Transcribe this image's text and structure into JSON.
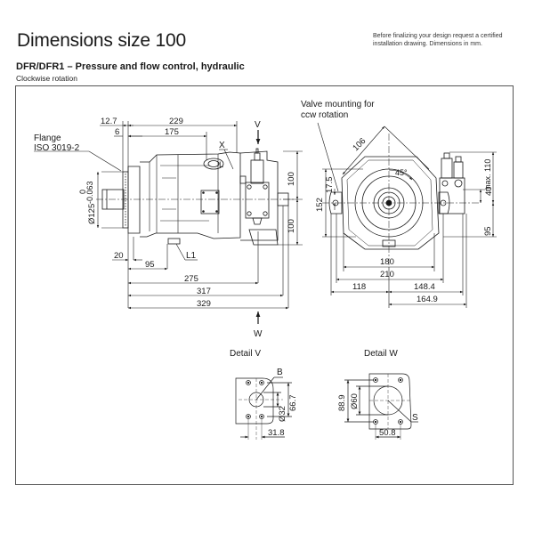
{
  "header": {
    "title": "Dimensions size 100",
    "note_line1": "Before finalizing your design request a certified",
    "note_line2": "installation drawing. Dimensions in mm.",
    "subtitle": "DFR/DFR1 – Pressure and flow control, hydraulic",
    "rotation": "Clockwise rotation"
  },
  "side_view": {
    "flange_label_1": "Flange",
    "flange_label_2": "ISO 3019-2",
    "dims": {
      "d12_7": "12.7",
      "d6": "6",
      "d229": "229",
      "d175": "175",
      "d100_top": "100",
      "d100_bottom": "100",
      "d20": "20",
      "d95": "95",
      "d275": "275",
      "d317": "317",
      "d329": "329",
      "dia125": "Ø125",
      "tol_upper": "0",
      "tol_lower": "-0.063"
    },
    "ports": {
      "x": "X",
      "l": "L",
      "l1": "L1"
    },
    "view_v": "V",
    "view_w": "W"
  },
  "front_view": {
    "valve_note_1": "Valve mounting for",
    "valve_note_2": "ccw rotation",
    "dims": {
      "d106": "106",
      "angle": "45°",
      "d17_5": "17.5",
      "d152": "152",
      "d40": "40",
      "max110": "max. 110",
      "d95": "95",
      "d180": "180",
      "d210": "210",
      "d118": "118",
      "d148_4": "148.4",
      "d164_9": "164.9"
    }
  },
  "detail_v": {
    "title": "Detail V",
    "port": "B",
    "d66_7": "66.7",
    "dia32": "Ø32",
    "d31_8": "31.8"
  },
  "detail_w": {
    "title": "Detail W",
    "port": "S",
    "d88_9": "88.9",
    "dia60": "Ø60",
    "d50_8": "50.8"
  }
}
